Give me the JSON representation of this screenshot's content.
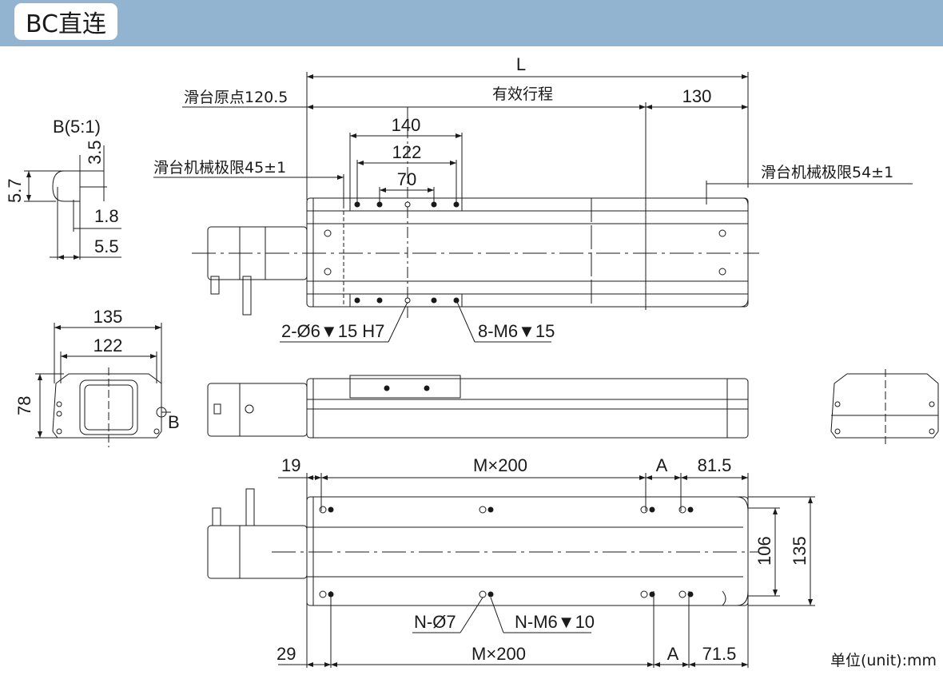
{
  "header": {
    "title": "BC直连"
  },
  "unit": "单位(unit):mm",
  "top_view": {
    "L": "L",
    "origin": "滑台原点120.5",
    "stroke": "有效行程",
    "d130": "130",
    "d140": "140",
    "d122": "122",
    "d70": "70",
    "limit_left": "滑台机械极限45±1",
    "limit_right": "滑台机械极限54±1",
    "hole_pin": "2-Ø6",
    "hole_pin_depth": "15 H7",
    "hole_thread": "8-M6",
    "hole_thread_depth": "15"
  },
  "detail_b": {
    "title": "B(5:1)",
    "d57": "5.7",
    "d35": "3.5",
    "d18": "1.8",
    "d55": "5.5"
  },
  "end_view": {
    "d135": "135",
    "d122": "122",
    "d78": "78",
    "b_mark": "B"
  },
  "bottom_view": {
    "d19": "19",
    "m200_top": "M×200",
    "a_top": "A",
    "d815": "81.5",
    "d106": "106",
    "d135": "135",
    "n_pin": "N-Ø7",
    "n_thread": "N-M6",
    "n_thread_depth": "10",
    "d29": "29",
    "m200_bottom": "M×200",
    "a_bottom": "A",
    "d715": "71.5"
  }
}
